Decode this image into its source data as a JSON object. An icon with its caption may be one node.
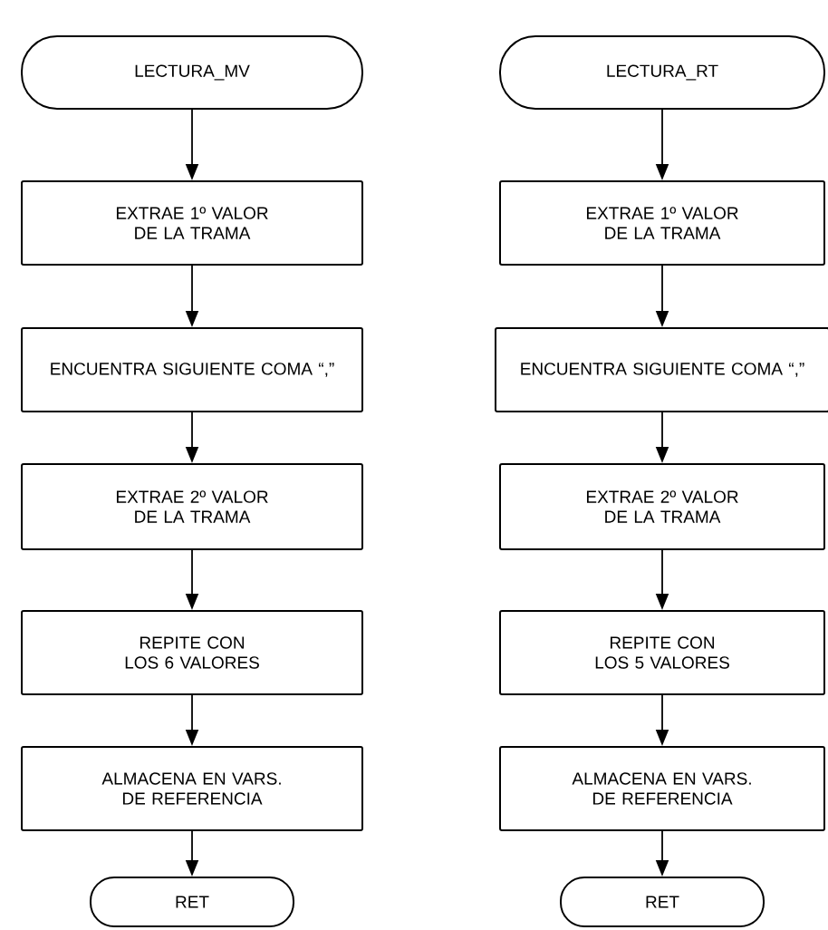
{
  "diagram": {
    "nodes": [
      {
        "text": [
          "LECTURA_MV"
        ]
      },
      {
        "text": [
          "EXTRAE 1º VALOR DE LA TRAMA"
        ]
      },
      {
        "text": [
          "ENCUENTRA SIGUIENTE COMA “,”"
        ]
      },
      {
        "text": [
          "EXTRAE 2º VALOR DE LA TRAMA"
        ]
      },
      {
        "text": [
          "REPITE CON LOS 6 VALORES"
        ]
      },
      {
        "text": [
          "ALMACENA EN VARS. DE REFERENCIA"
        ]
      },
      {
        "text": [
          "RET"
        ]
      },
      {
        "text": [
          "LECTURA_RT"
        ]
      },
      {
        "text": [
          "EXTRAE 1º VALOR DE LA TRAMA"
        ]
      },
      {
        "text": [
          "ENCUENTRA SIGUIENTE COMA “,”"
        ]
      },
      {
        "text": [
          "EXTRAE 2º VALOR DE LA TRAMA"
        ]
      },
      {
        "text": [
          "REPITE CON LOS 5 VALORES"
        ]
      },
      {
        "text": [
          "ALMACENA EN VARS. DE REFERENCIA"
        ]
      },
      {
        "text": [
          "RET"
        ]
      }
    ],
    "edges": [
      {
        "from": 0,
        "to": 1,
        "arrow": "to"
      },
      {
        "from": 1,
        "to": 2,
        "arrow": "to"
      },
      {
        "from": 2,
        "to": 3,
        "arrow": "to"
      },
      {
        "from": 3,
        "to": 4,
        "arrow": "to"
      },
      {
        "from": 4,
        "to": 5,
        "arrow": "to"
      },
      {
        "from": 5,
        "to": 6,
        "arrow": "to"
      },
      {
        "from": 7,
        "to": 8,
        "arrow": "to"
      },
      {
        "from": 8,
        "to": 9,
        "arrow": "to"
      },
      {
        "from": 9,
        "to": 10,
        "arrow": "to"
      },
      {
        "from": 10,
        "to": 11,
        "arrow": "to"
      },
      {
        "from": 11,
        "to": 12,
        "arrow": "to"
      },
      {
        "from": 12,
        "to": 13,
        "arrow": "to"
      }
    ]
  }
}
